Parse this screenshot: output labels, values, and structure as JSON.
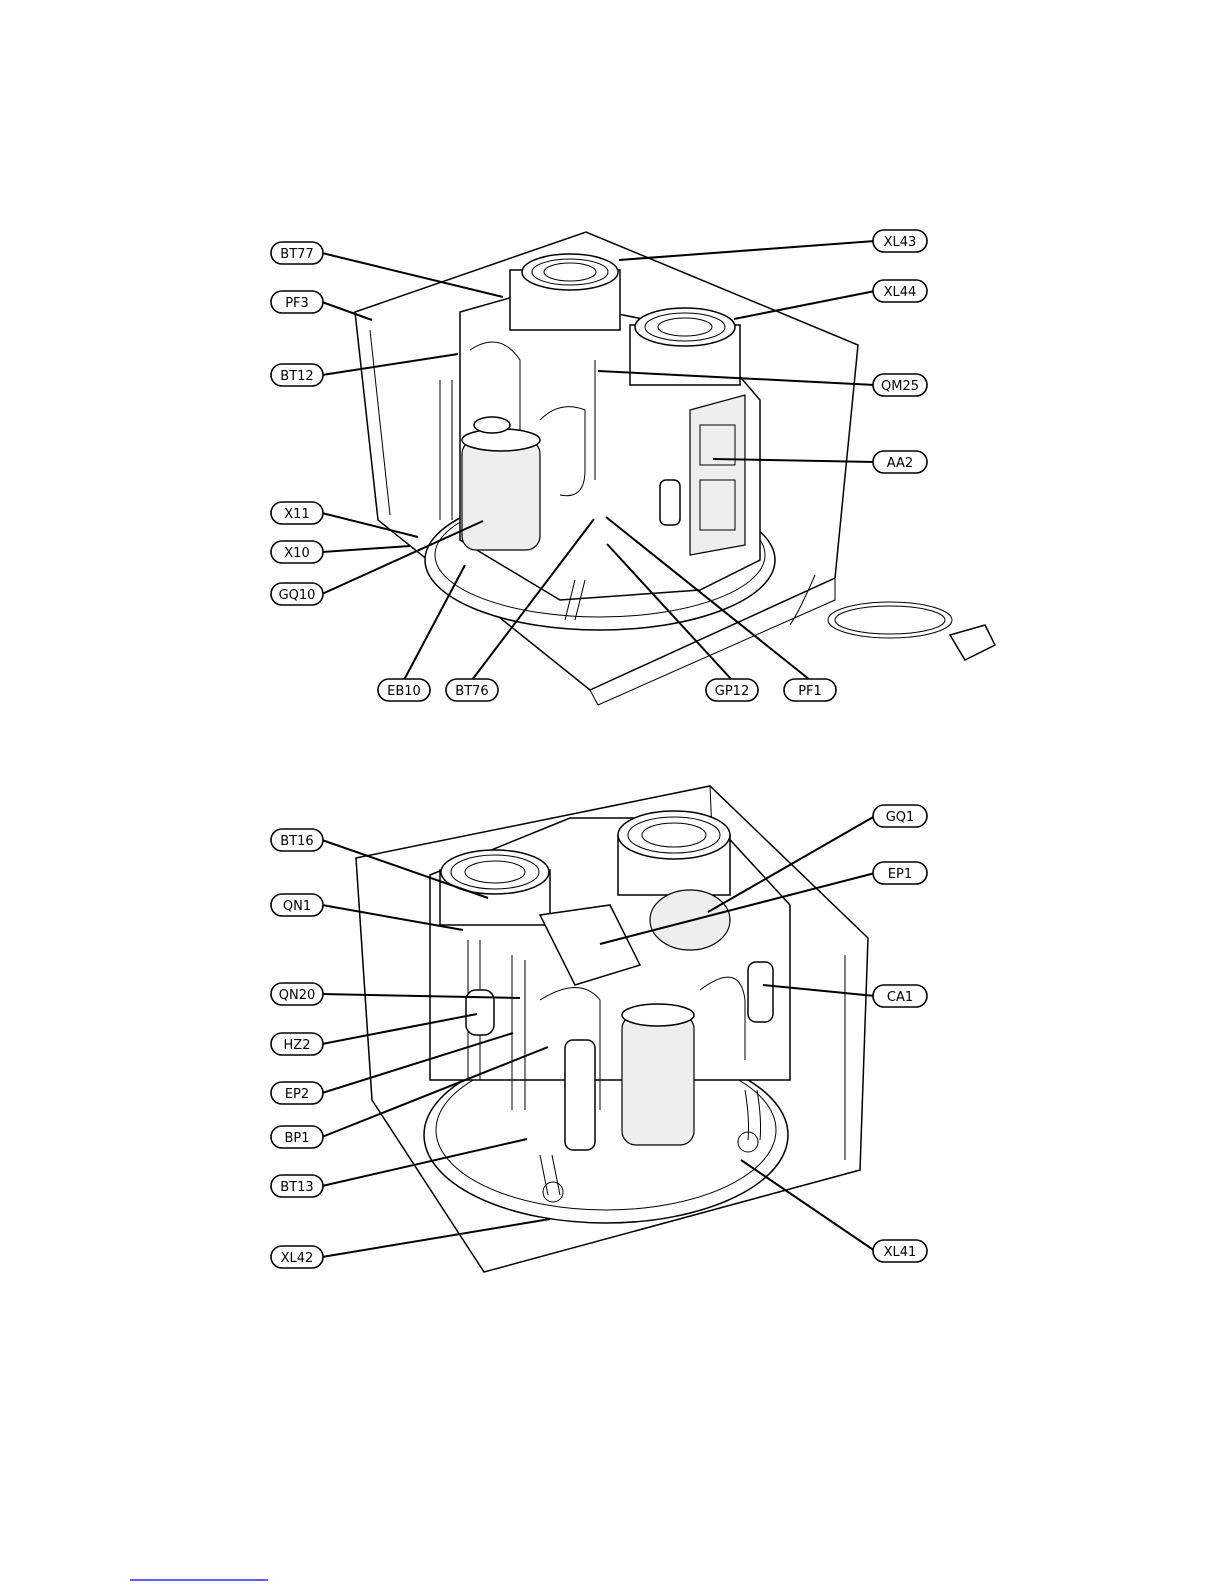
{
  "diagram1": {
    "labels": [
      "BT77",
      "PF3",
      "BT12",
      "X11",
      "X10",
      "GQ10",
      "EB10",
      "BT76",
      "GP12",
      "PF1",
      "XL43",
      "XL44",
      "QM25",
      "AA2"
    ]
  },
  "diagram2": {
    "labels": [
      "BT16",
      "QN1",
      "QN20",
      "HZ2",
      "EP2",
      "BP1",
      "BT13",
      "XL42",
      "GQ1",
      "EP1",
      "CA1",
      "XL41"
    ]
  },
  "footer": {
    "link_color": "#0000ee"
  }
}
